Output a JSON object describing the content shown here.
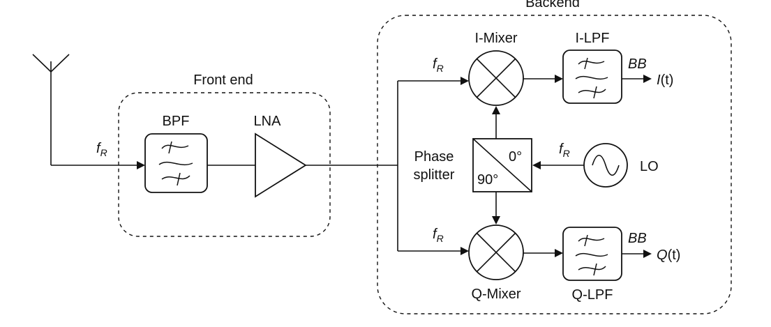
{
  "groups": {
    "backend_label": "Backend",
    "front_end_label": "Front end"
  },
  "blocks": {
    "bpf": "BPF",
    "lna": "LNA",
    "i_mixer": "I-Mixer",
    "q_mixer": "Q-Mixer",
    "i_lpf": "I-LPF",
    "q_lpf": "Q-LPF",
    "phase_splitter_line1": "Phase",
    "phase_splitter_line2": "splitter",
    "phase_0": "0°",
    "phase_90": "90°",
    "lo": "LO"
  },
  "signals": {
    "fr_italic": "f",
    "fr_sub": "R",
    "bb": "BB",
    "i_out_name": "I",
    "i_out_arg": "(t)",
    "q_out_name": "Q",
    "q_out_arg": "(t)"
  },
  "colors": {
    "stroke": "#111111",
    "background": "#ffffff"
  }
}
